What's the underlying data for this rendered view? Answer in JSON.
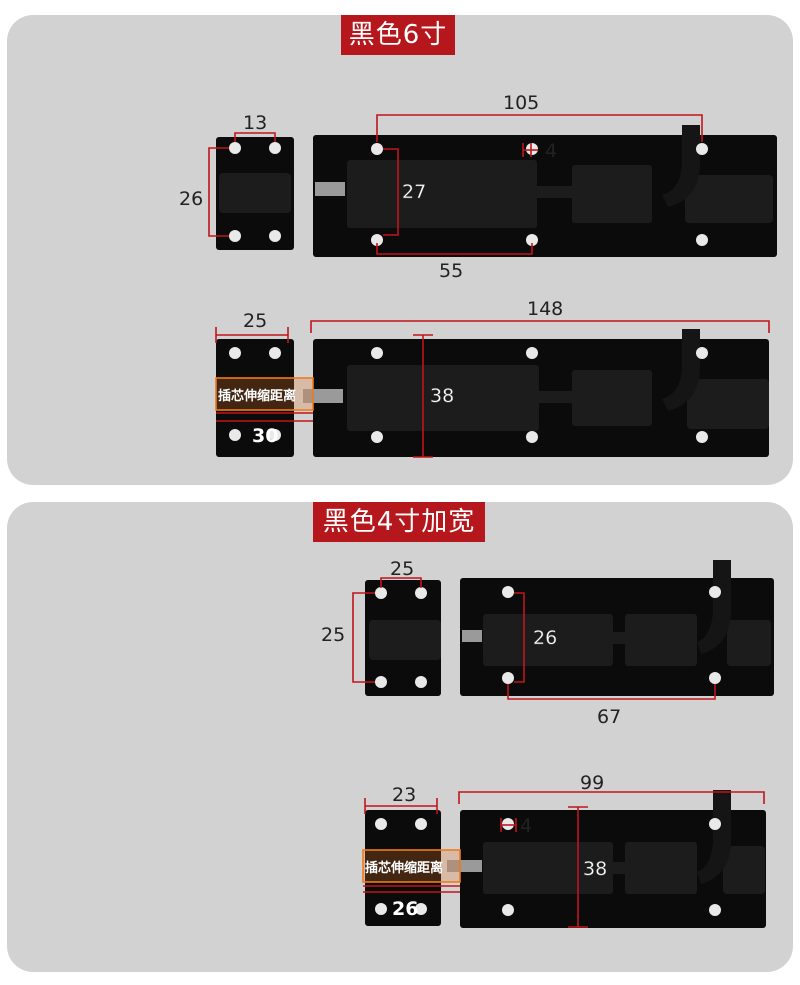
{
  "sections": [
    {
      "title": "黑色6寸",
      "top_view": {
        "plate_width": "13",
        "plate_height": "26",
        "hole_span_top": "105",
        "offset_small": "4",
        "bolt_height": "27",
        "hole_span_bottom": "55"
      },
      "bottom_view": {
        "plate_width": "25",
        "overall_length": "148",
        "bolt_height": "38",
        "stroke_label": "插芯伸缩距离",
        "stroke_value": "30"
      }
    },
    {
      "title": "黑色4寸加宽",
      "top_view": {
        "plate_width": "25",
        "plate_height": "25",
        "bolt_height": "26",
        "hole_span_bottom": "67"
      },
      "bottom_view": {
        "plate_width": "23",
        "overall_length": "99",
        "offset_small": "4",
        "bolt_height": "38",
        "stroke_label": "插芯伸缩距离",
        "stroke_value": "26"
      }
    }
  ]
}
